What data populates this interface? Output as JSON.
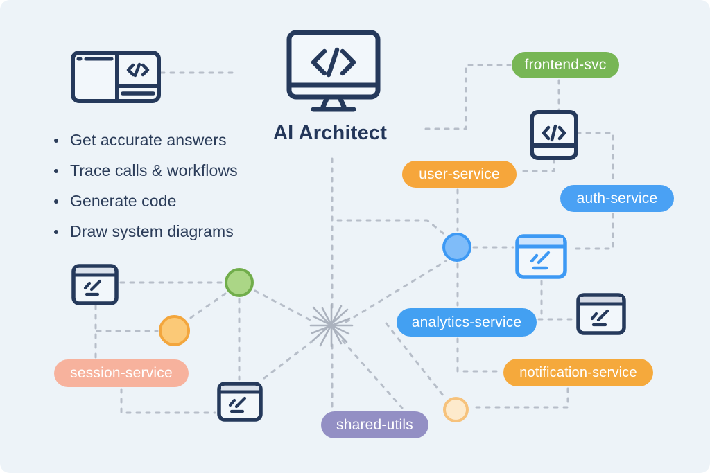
{
  "title": "AI Architect",
  "features": {
    "items": [
      "Get accurate answers",
      "Trace calls & workflows",
      "Generate code",
      "Draw system diagrams"
    ]
  },
  "services": {
    "frontend_svc": {
      "label": "frontend-svc",
      "color": "#77b655"
    },
    "user_service": {
      "label": "user-service",
      "color": "#f6a63b"
    },
    "auth_service": {
      "label": "auth-service",
      "color": "#4aa1f4"
    },
    "analytics_service": {
      "label": "analytics-service",
      "color": "#43a0f2"
    },
    "notification_service": {
      "label": "notification-service",
      "color": "#f5a93c"
    },
    "session_service": {
      "label": "session-service",
      "color": "#f7b29d"
    },
    "shared_utils": {
      "label": "shared-utils",
      "color": "#938fc4"
    }
  },
  "icons": [
    "split-code-window-icon",
    "monitor-code-icon",
    "code-panel-icon",
    "browser-edit-icon-left",
    "browser-edit-icon-bottom",
    "browser-edit-icon-blue",
    "browser-edit-icon-right"
  ],
  "palette": {
    "background": "#edf3f8",
    "ink_navy": "#25395b",
    "dashed_line": "#b7bec9",
    "starburst_gray": "#a8afbb",
    "node_green_fill": "#abd686",
    "node_green_stroke": "#71ad4b",
    "node_orange_fill": "#fbc977",
    "node_orange_stroke": "#f3a63d",
    "node_blue_fill": "#7fbcf9",
    "node_blue_stroke": "#3d99f4",
    "node_cream_fill": "#fdeacc",
    "node_cream_stroke": "#f6c27c"
  }
}
